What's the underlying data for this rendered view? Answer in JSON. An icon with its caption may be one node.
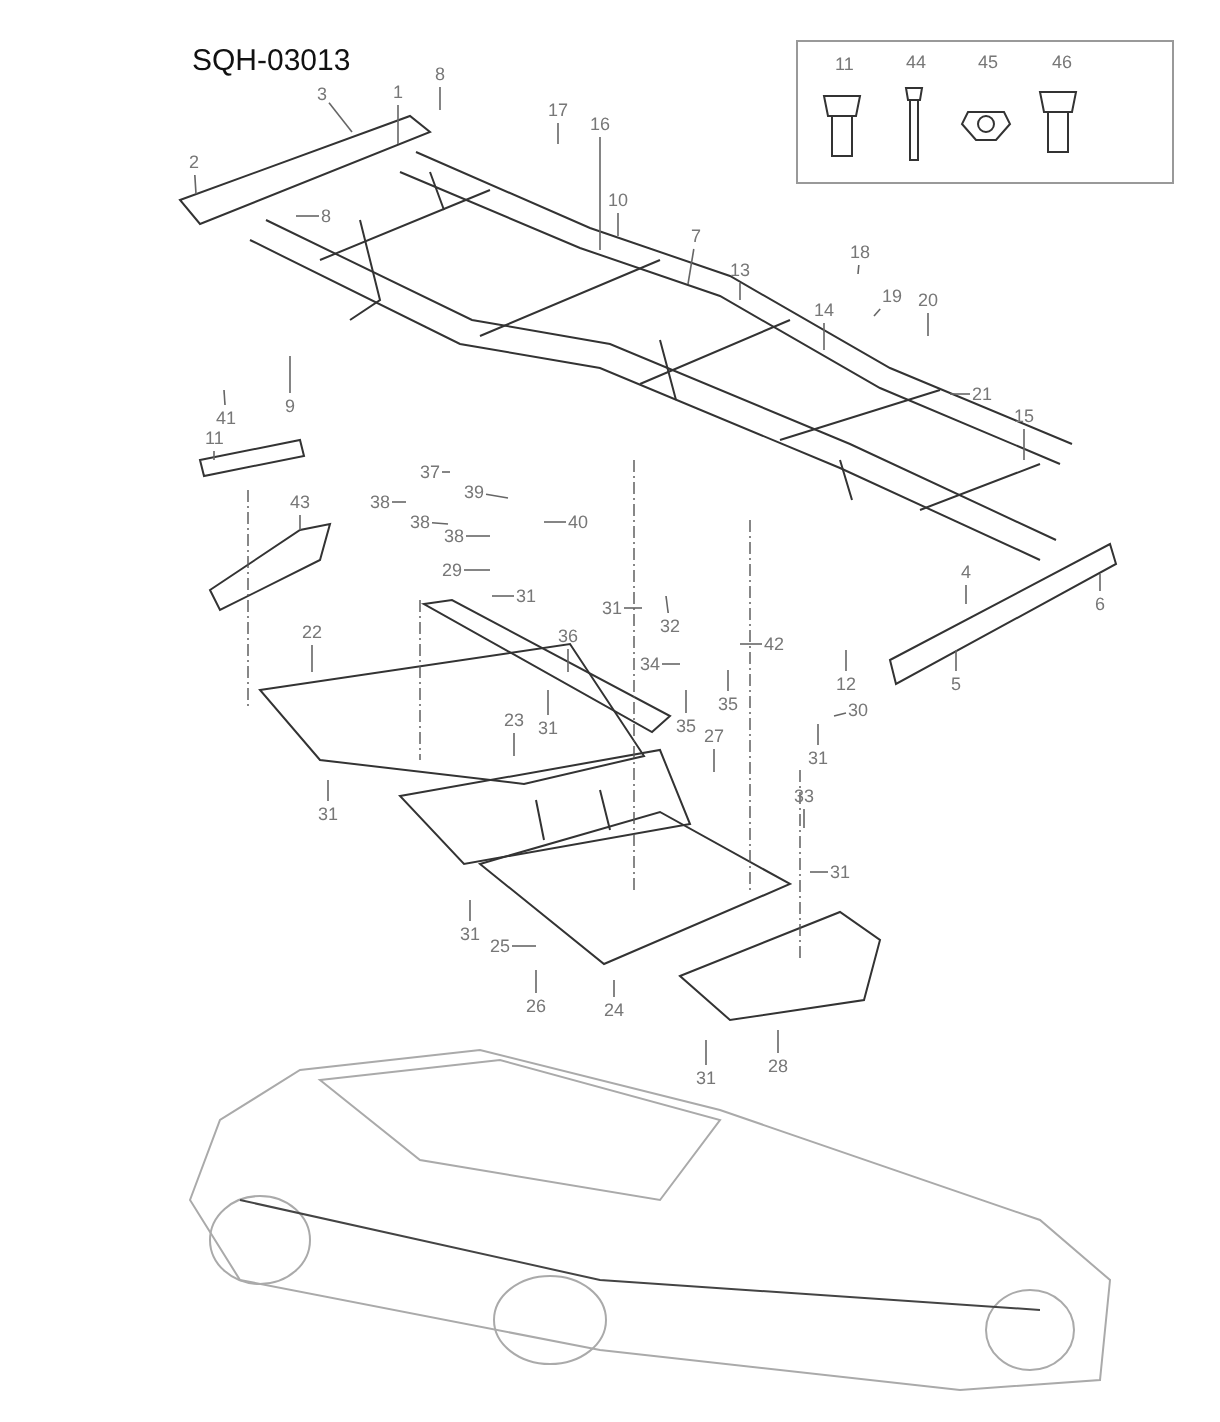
{
  "diagram": {
    "title": "SQH-03013",
    "nodes": [
      {
        "text": [],
        "shape": "box"
      },
      {
        "text": [
          "11"
        ],
        "in": 0
      },
      {
        "text": [
          "44"
        ],
        "in": 0
      },
      {
        "text": [
          "45"
        ],
        "in": 0
      },
      {
        "text": [
          "46"
        ],
        "in": 0
      },
      {
        "text": [
          "3"
        ]
      },
      {
        "text": [
          "1"
        ]
      },
      {
        "text": [
          "8"
        ]
      },
      {
        "text": [
          "17"
        ]
      },
      {
        "text": [
          "16"
        ]
      },
      {
        "text": [
          "2"
        ]
      },
      {
        "text": [
          "10"
        ]
      },
      {
        "text": [
          "8"
        ]
      },
      {
        "text": [
          "13"
        ]
      },
      {
        "text": [
          "7"
        ]
      },
      {
        "text": [
          "18"
        ]
      },
      {
        "text": [
          "19"
        ]
      },
      {
        "text": [
          "20"
        ]
      },
      {
        "text": [
          "14"
        ]
      },
      {
        "text": [
          "21"
        ]
      },
      {
        "text": [
          "9"
        ]
      },
      {
        "text": [
          "41"
        ]
      },
      {
        "text": [
          "15"
        ]
      },
      {
        "text": [
          "11"
        ]
      },
      {
        "text": [
          "37"
        ]
      },
      {
        "text": [
          "43"
        ]
      },
      {
        "text": [
          "38"
        ]
      },
      {
        "text": [
          "39"
        ]
      },
      {
        "text": [
          "38"
        ]
      },
      {
        "text": [
          "40"
        ]
      },
      {
        "text": [
          "38"
        ]
      },
      {
        "text": [
          "29"
        ]
      },
      {
        "text": [
          "4"
        ]
      },
      {
        "text": [
          "31"
        ]
      },
      {
        "text": [
          "6"
        ]
      },
      {
        "text": [
          "31"
        ]
      },
      {
        "text": [
          "32"
        ]
      },
      {
        "text": [
          "22"
        ]
      },
      {
        "text": [
          "36"
        ]
      },
      {
        "text": [
          "42"
        ]
      },
      {
        "text": [
          "34"
        ]
      },
      {
        "text": [
          "5"
        ]
      },
      {
        "text": [
          "12"
        ]
      },
      {
        "text": [
          "35"
        ]
      },
      {
        "text": [
          "30"
        ]
      },
      {
        "text": [
          "23"
        ]
      },
      {
        "text": [
          "35"
        ]
      },
      {
        "text": [
          "31"
        ]
      },
      {
        "text": [
          "27"
        ]
      },
      {
        "text": [
          "31"
        ]
      },
      {
        "text": [
          "33"
        ]
      },
      {
        "text": [
          "31"
        ]
      },
      {
        "text": [
          "31"
        ]
      },
      {
        "text": [
          "31"
        ]
      },
      {
        "text": [
          "25"
        ]
      },
      {
        "text": [
          "26"
        ]
      },
      {
        "text": [
          "24"
        ]
      },
      {
        "text": [
          "28"
        ]
      },
      {
        "text": [
          "31"
        ]
      }
    ],
    "edges": [
      {
        "from": 5,
        "to": null,
        "arrow": "none"
      },
      {
        "from": 6,
        "to": null,
        "arrow": "none"
      },
      {
        "from": 7,
        "to": null,
        "arrow": "none"
      },
      {
        "from": 8,
        "to": null,
        "arrow": "none"
      },
      {
        "from": 9,
        "to": null,
        "arrow": "none"
      },
      {
        "from": 10,
        "to": null,
        "arrow": "none"
      },
      {
        "from": 11,
        "to": null,
        "arrow": "none"
      },
      {
        "from": 12,
        "to": null,
        "arrow": "none"
      },
      {
        "from": 13,
        "to": null,
        "arrow": "none"
      },
      {
        "from": 14,
        "to": null,
        "arrow": "none"
      },
      {
        "from": 15,
        "to": null,
        "arrow": "none"
      },
      {
        "from": 16,
        "to": null,
        "arrow": "none"
      },
      {
        "from": 17,
        "to": null,
        "arrow": "none"
      },
      {
        "from": 18,
        "to": null,
        "arrow": "none"
      },
      {
        "from": 19,
        "to": null,
        "arrow": "none"
      },
      {
        "from": 20,
        "to": null,
        "arrow": "none"
      },
      {
        "from": 21,
        "to": null,
        "arrow": "none"
      },
      {
        "from": 22,
        "to": null,
        "arrow": "none"
      },
      {
        "from": 23,
        "to": null,
        "arrow": "none"
      },
      {
        "from": 24,
        "to": null,
        "arrow": "none"
      },
      {
        "from": 25,
        "to": null,
        "arrow": "none"
      },
      {
        "from": 26,
        "to": null,
        "arrow": "none"
      },
      {
        "from": 27,
        "to": null,
        "arrow": "none"
      },
      {
        "from": 28,
        "to": null,
        "arrow": "none"
      },
      {
        "from": 29,
        "to": null,
        "arrow": "none"
      },
      {
        "from": 30,
        "to": null,
        "arrow": "none"
      },
      {
        "from": 31,
        "to": null,
        "arrow": "none"
      },
      {
        "from": 32,
        "to": null,
        "arrow": "none"
      },
      {
        "from": 33,
        "to": null,
        "arrow": "none"
      },
      {
        "from": 34,
        "to": null,
        "arrow": "none"
      },
      {
        "from": 35,
        "to": null,
        "arrow": "none"
      },
      {
        "from": 36,
        "to": null,
        "arrow": "none"
      },
      {
        "from": 37,
        "to": null,
        "arrow": "none"
      },
      {
        "from": 38,
        "to": null,
        "arrow": "none"
      },
      {
        "from": 39,
        "to": null,
        "arrow": "none"
      },
      {
        "from": 40,
        "to": null,
        "arrow": "none"
      },
      {
        "from": 41,
        "to": null,
        "arrow": "none"
      },
      {
        "from": 42,
        "to": null,
        "arrow": "none"
      },
      {
        "from": 43,
        "to": null,
        "arrow": "none"
      },
      {
        "from": 44,
        "to": null,
        "arrow": "none"
      },
      {
        "from": 45,
        "to": null,
        "arrow": "none"
      },
      {
        "from": 46,
        "to": null,
        "arrow": "none"
      },
      {
        "from": 47,
        "to": null,
        "arrow": "none"
      },
      {
        "from": 48,
        "to": null,
        "arrow": "none"
      },
      {
        "from": 49,
        "to": null,
        "arrow": "none"
      },
      {
        "from": 50,
        "to": null,
        "arrow": "none"
      },
      {
        "from": 51,
        "to": null,
        "arrow": "none"
      },
      {
        "from": 52,
        "to": null,
        "arrow": "none"
      },
      {
        "from": 53,
        "to": null,
        "arrow": "none"
      },
      {
        "from": 54,
        "to": null,
        "arrow": "none"
      },
      {
        "from": 55,
        "to": null,
        "arrow": "none"
      },
      {
        "from": 56,
        "to": null,
        "arrow": "none"
      },
      {
        "from": 57,
        "to": null,
        "arrow": "none"
      },
      {
        "from": 58,
        "to": null,
        "arrow": "none"
      }
    ]
  }
}
